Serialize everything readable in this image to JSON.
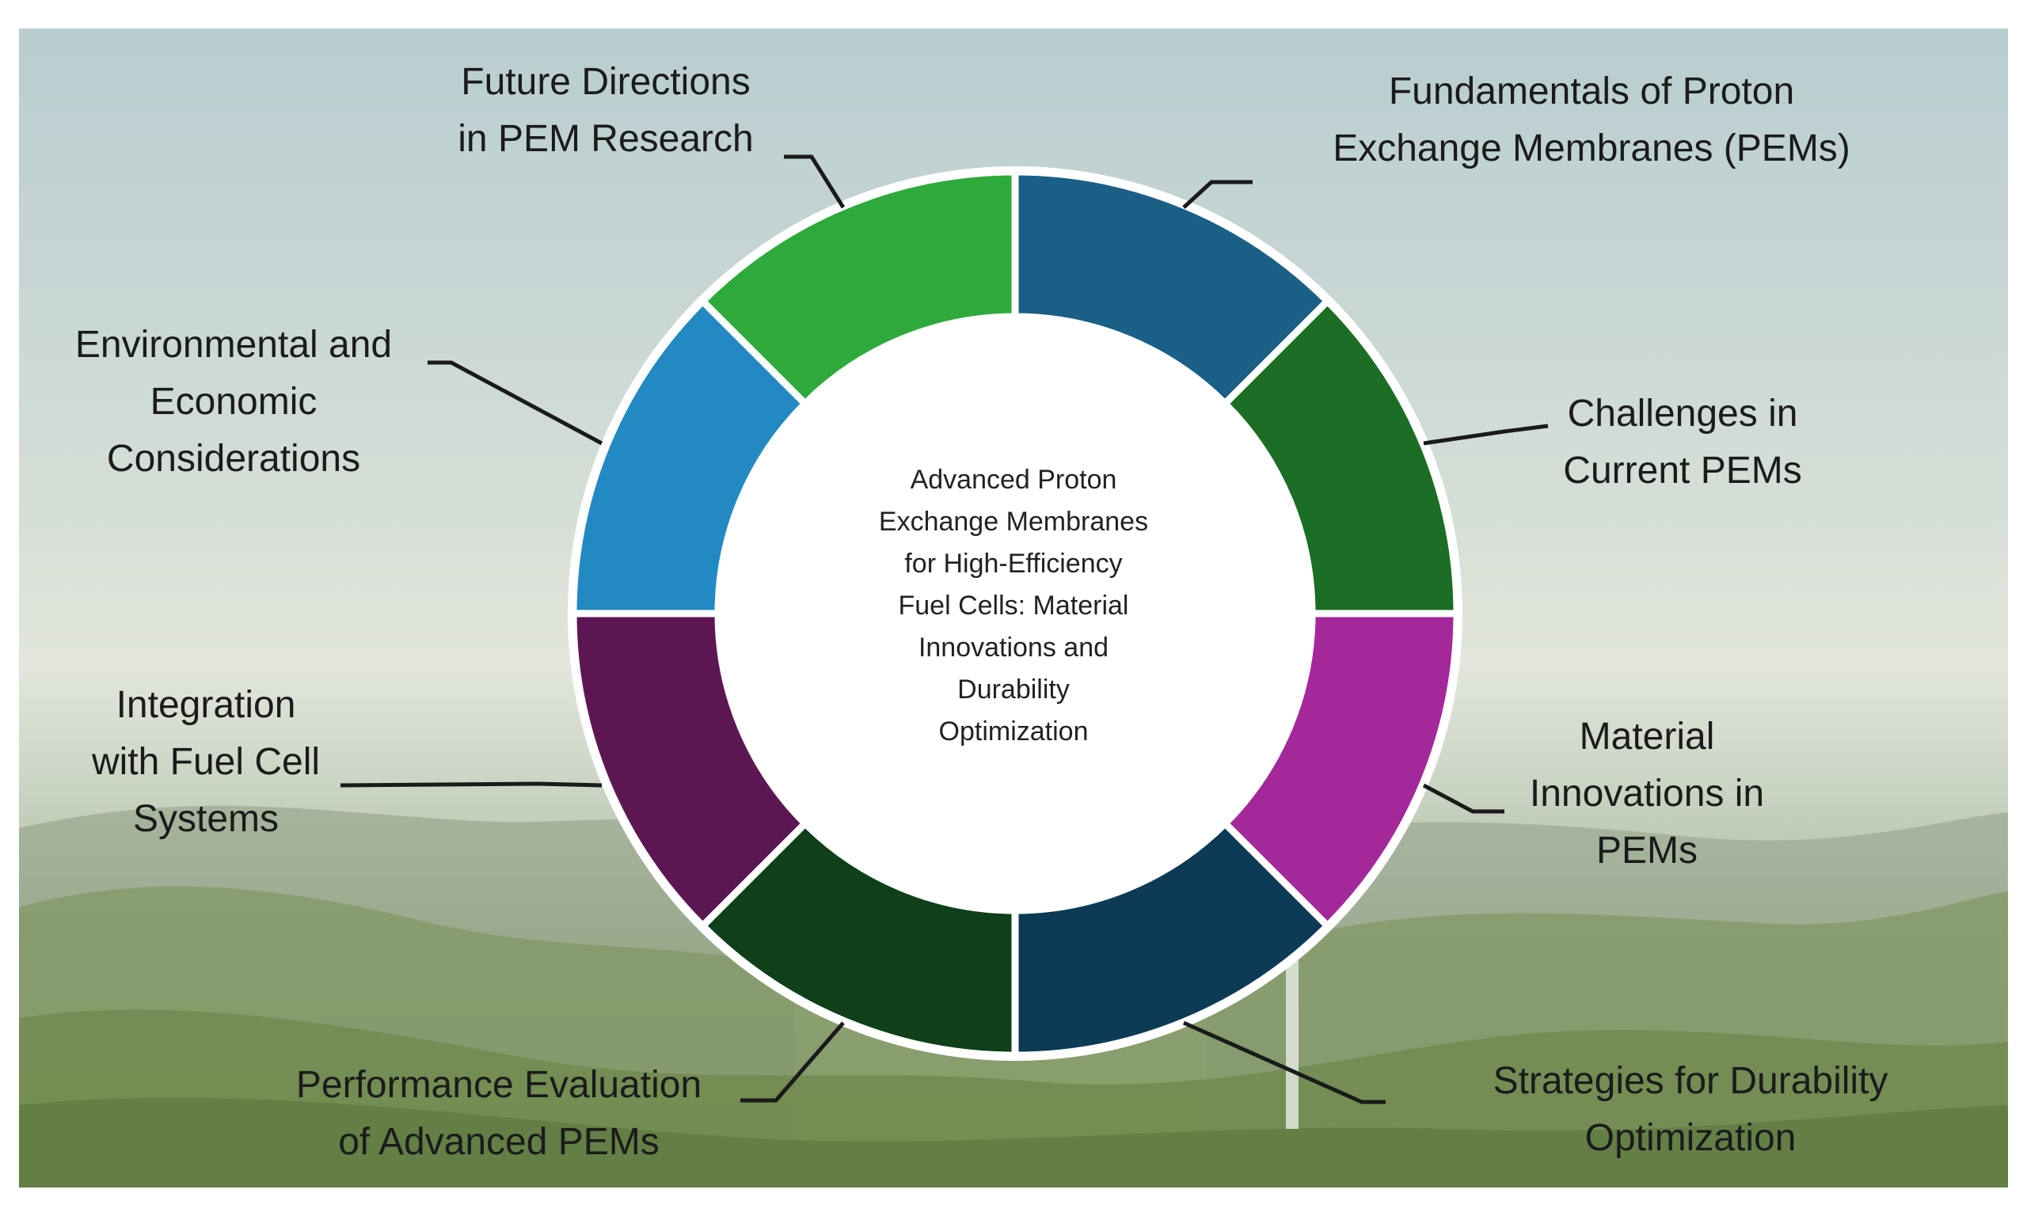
{
  "diagram": {
    "center_title": "Advanced Proton\nExchange Membranes\nfor High-Efficiency\nFuel Cells: Material\nInnovations and\nDurability\nOptimization",
    "segments": [
      {
        "id": "fundamentals",
        "label": "Fundamentals of Proton\nExchange Membranes (PEMs)",
        "color": "#1a5f86"
      },
      {
        "id": "challenges",
        "label": "Challenges in\nCurrent PEMs",
        "color": "#1b6e24"
      },
      {
        "id": "material",
        "label": "Material\nInnovations in\nPEMs",
        "color": "#a3299a"
      },
      {
        "id": "durability",
        "label": "Strategies for Durability\nOptimization",
        "color": "#0d3b56"
      },
      {
        "id": "performance",
        "label": "Performance Evaluation\nof Advanced PEMs",
        "color": "#0f4019"
      },
      {
        "id": "integration",
        "label": "Integration\nwith Fuel Cell\nSystems",
        "color": "#5c1753"
      },
      {
        "id": "environmental",
        "label": "Environmental and\nEconomic\nConsiderations",
        "color": "#2389c2"
      },
      {
        "id": "future",
        "label": "Future Directions\nin PEM Research",
        "color": "#2eaa3c"
      }
    ]
  }
}
